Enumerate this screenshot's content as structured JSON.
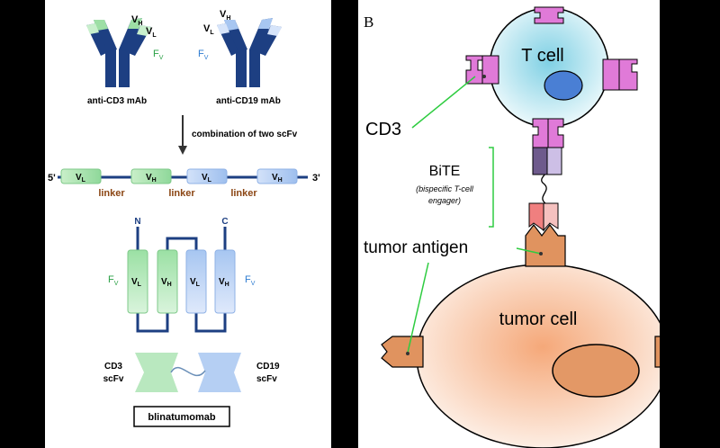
{
  "panel_a": {
    "mab_cd3": {
      "vh": "V",
      "vh_sub": "H",
      "vl": "V",
      "vl_sub": "L",
      "fv": "F",
      "fv_sub": "V",
      "caption": "anti-CD3 mAb"
    },
    "mab_cd19": {
      "vh": "V",
      "vh_sub": "H",
      "vl": "V",
      "vl_sub": "L",
      "fv": "F",
      "fv_sub": "V",
      "caption": "anti-CD19 mAb"
    },
    "arrow_label": "combination of two scFv",
    "strand": {
      "end5": "5'",
      "end3": "3'",
      "domains": [
        {
          "v": "V",
          "sub": "L"
        },
        {
          "v": "V",
          "sub": "H"
        },
        {
          "v": "V",
          "sub": "L"
        },
        {
          "v": "V",
          "sub": "H"
        }
      ],
      "linkers": [
        "linker",
        "linker",
        "linker"
      ]
    },
    "fold": {
      "n": "N",
      "c": "C",
      "fv_left": "F",
      "fv_left_sub": "V",
      "fv_right": "F",
      "fv_right_sub": "V",
      "domains": [
        {
          "v": "V",
          "sub": "L"
        },
        {
          "v": "V",
          "sub": "H"
        },
        {
          "v": "V",
          "sub": "L"
        },
        {
          "v": "V",
          "sub": "H"
        }
      ]
    },
    "scfv": {
      "left_line1": "CD3",
      "left_line2": "scFv",
      "right_line1": "CD19",
      "right_line2": "scFv"
    },
    "drug_name": "blinatumomab"
  },
  "panel_b": {
    "label": "B",
    "t_cell": "T cell",
    "cd3": "CD3",
    "bite": "BiTE",
    "bite_sub1": "(bispecific T-cell",
    "bite_sub2": "engager)",
    "tumor_antigen": "tumor antigen",
    "tumor_cell": "tumor cell"
  },
  "colors": {
    "navy": "#1d3f82",
    "green_text": "#2aa045",
    "blue_text": "#2e7cd1",
    "linker_text": "#8b4513",
    "magenta": "#e07ad8",
    "antigen": "#e0935f"
  }
}
